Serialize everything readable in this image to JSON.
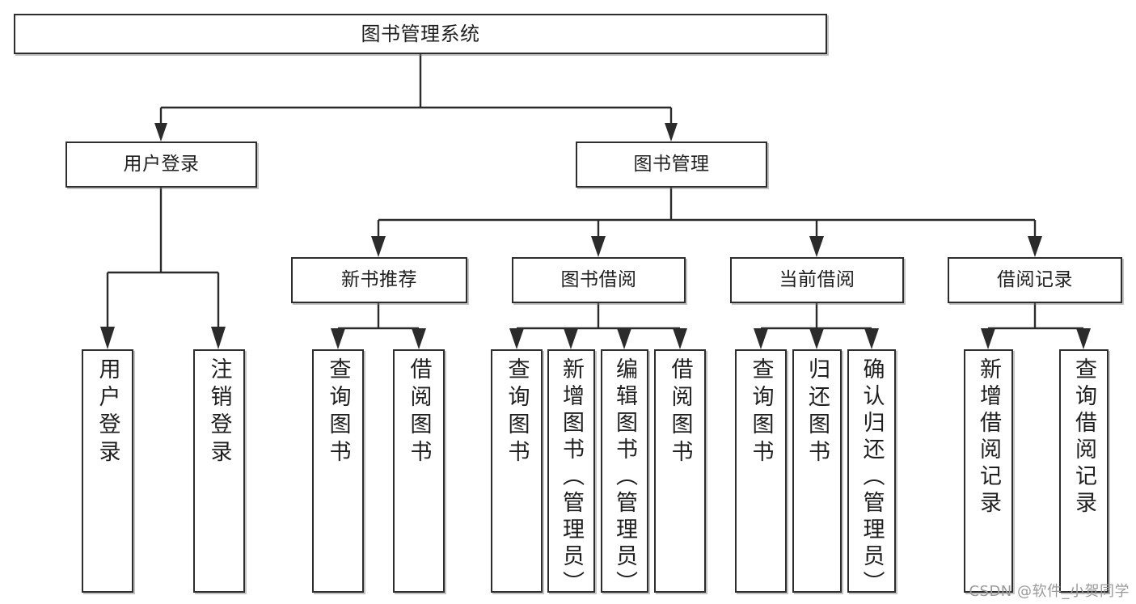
{
  "diagram": {
    "type": "tree",
    "title": "图书管理系统",
    "orientation": "top-down",
    "colors": {
      "box_border": "#2d2d2d",
      "box_fill": "#ffffff",
      "connector": "#2b2b2b",
      "text": "#1f1f1f",
      "watermark": "#9a9a9a"
    },
    "root": {
      "label": "图书管理系统"
    },
    "level2": [
      {
        "id": "user-login",
        "label": "用户登录"
      },
      {
        "id": "book-manage",
        "label": "图书管理"
      }
    ],
    "level3": [
      {
        "id": "new-book-recommend",
        "label": "新书推荐",
        "parent": "book-manage"
      },
      {
        "id": "book-borrow",
        "label": "图书借阅",
        "parent": "book-manage"
      },
      {
        "id": "current-borrow",
        "label": "当前借阅",
        "parent": "book-manage"
      },
      {
        "id": "borrow-record",
        "label": "借阅记录",
        "parent": "book-manage"
      }
    ],
    "leaves": [
      {
        "id": "leaf-user-login",
        "label": "用户登录",
        "parent": "user-login"
      },
      {
        "id": "leaf-user-logout",
        "label": "注销登录",
        "parent": "user-login"
      },
      {
        "id": "leaf-rec-query-book",
        "label": "查询图书",
        "parent": "new-book-recommend"
      },
      {
        "id": "leaf-rec-borrow-book",
        "label": "借阅图书",
        "parent": "new-book-recommend"
      },
      {
        "id": "leaf-bb-query-book",
        "label": "查询图书",
        "parent": "book-borrow"
      },
      {
        "id": "leaf-bb-add-book",
        "label": "新增图书（管理员）",
        "parent": "book-borrow"
      },
      {
        "id": "leaf-bb-edit-book",
        "label": "编辑图书（管理员）",
        "parent": "book-borrow"
      },
      {
        "id": "leaf-bb-borrow-book",
        "label": "借阅图书",
        "parent": "book-borrow"
      },
      {
        "id": "leaf-cb-query-book",
        "label": "查询图书",
        "parent": "current-borrow"
      },
      {
        "id": "leaf-cb-return-book",
        "label": "归还图书",
        "parent": "current-borrow"
      },
      {
        "id": "leaf-cb-confirm-return",
        "label": "确认归还（管理员）",
        "parent": "current-borrow"
      },
      {
        "id": "leaf-br-add-record",
        "label": "新增借阅记录",
        "parent": "borrow-record"
      },
      {
        "id": "leaf-br-query-record",
        "label": "查询借阅记录",
        "parent": "borrow-record"
      }
    ]
  },
  "watermark": {
    "text": "CSDN @软件_小贺同学"
  }
}
